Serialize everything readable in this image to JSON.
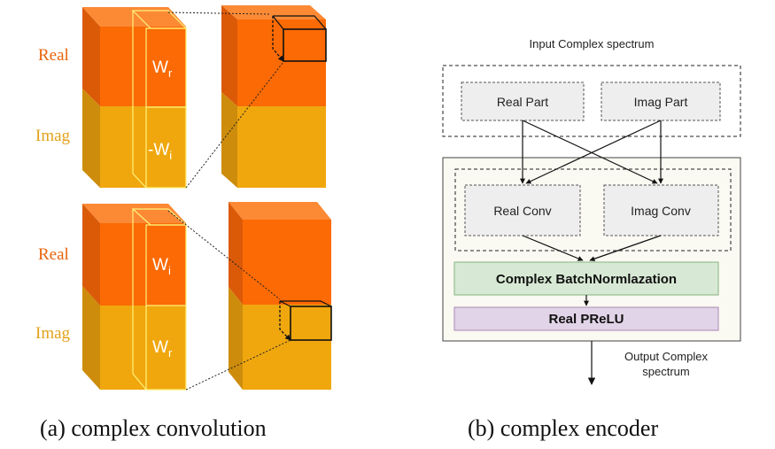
{
  "colors": {
    "real_front": "#fb6a04",
    "real_side": "#db5a08",
    "real_top": "#fc8a35",
    "imag_front": "#f0a70e",
    "imag_side": "#cd8c0c",
    "imag_top": "#f5bd45",
    "kernel_outline": "#fff27a",
    "conv_box_fill": "#eeeeee",
    "encoder_bg": "#faf9f2",
    "batchnorm_fill": "#d7e9d4",
    "batchnorm_stroke": "#86b37f",
    "prelu_fill": "#e2d4e8",
    "prelu_stroke": "#a889b5"
  },
  "left": {
    "top_group": {
      "real_label": "Real",
      "imag_label": "Imag",
      "kernel_real": {
        "main": "W",
        "sub": "r",
        "prefix": ""
      },
      "kernel_imag": {
        "main": "W",
        "sub": "i",
        "prefix": "-"
      }
    },
    "bottom_group": {
      "real_label": "Real",
      "imag_label": "Imag",
      "kernel_real": {
        "main": "W",
        "sub": "i",
        "prefix": ""
      },
      "kernel_imag": {
        "main": "W",
        "sub": "r",
        "prefix": ""
      }
    },
    "caption": "(a) complex convolution"
  },
  "right": {
    "input_label": "Input Complex spectrum",
    "real_part": "Real Part",
    "imag_part": "Imag Part",
    "real_conv": "Real Conv",
    "imag_conv": "Imag Conv",
    "batchnorm": "Complex BatchNormlazation",
    "prelu": "Real PReLU",
    "output_label_line1": "Output Complex",
    "output_label_line2": "spectrum",
    "caption": "(b) complex encoder"
  }
}
